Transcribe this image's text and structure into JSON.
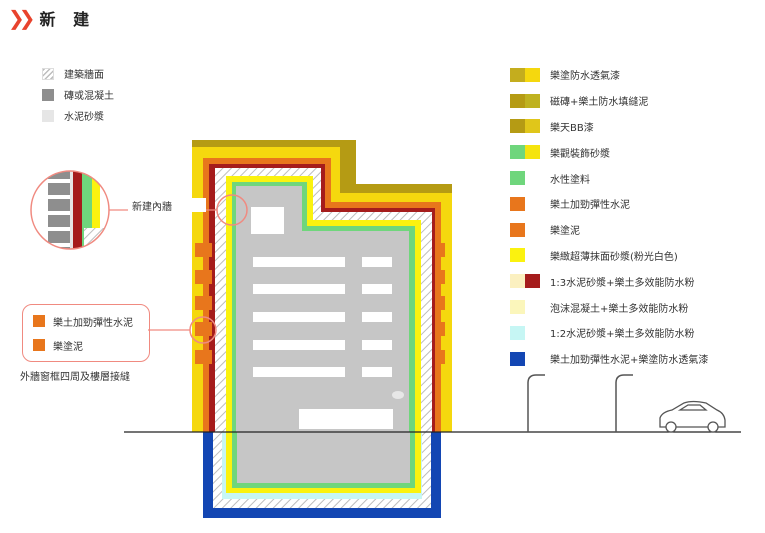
{
  "title": "新 建",
  "materials": [
    {
      "label": "建築牆面",
      "icon": "hatch-swatch-icon"
    },
    {
      "label": "磚或混凝土",
      "icon": "brick-swatch-icon"
    },
    {
      "label": "水泥砂漿",
      "icon": "mortar-swatch-icon"
    }
  ],
  "products": [
    {
      "label": "樂塗防水透氣漆",
      "colors": [
        "#c4ad1e",
        "#f5d80e"
      ]
    },
    {
      "label": "磁磚+樂土防水填縫泥",
      "colors": [
        "#b59b14",
        "#bfb220"
      ]
    },
    {
      "label": "樂天BB漆",
      "colors": [
        "#b59b14",
        "#e0c61a"
      ]
    },
    {
      "label": "樂觀裝飾砂漿",
      "colors": [
        "#6fd67c",
        "#f5e40e"
      ]
    },
    {
      "label": "水性塗料",
      "colors": [
        "#6fd67c"
      ]
    },
    {
      "label": "樂土加勁彈性水泥",
      "colors": [
        "#e8761c"
      ]
    },
    {
      "label": "樂塗泥",
      "colors": [
        "#e8761c"
      ]
    },
    {
      "label": "樂緻超薄抹面砂漿(粉光白色)",
      "colors": [
        "#fbf20f"
      ]
    },
    {
      "label": "1:3水泥砂漿+樂土多效能防水粉",
      "colors": [
        "#fbf0c0",
        "#a51c1c"
      ]
    },
    {
      "label": "泡沫混凝土+樂土多效能防水粉",
      "colors": [
        "#fbf6bb"
      ]
    },
    {
      "label": "1:2水泥砂漿+樂土多效能防水粉",
      "colors": [
        "#c6f6f4"
      ]
    },
    {
      "label": "樂土加勁彈性水泥+樂塗防水透氣漆",
      "colors": [
        "#1346b3"
      ]
    }
  ],
  "callouts": {
    "inner_wall": "新建內牆",
    "detail_items": [
      "樂土加勁彈性水泥",
      "樂塗泥"
    ],
    "detail_caption": "外牆窗框四周及樓層接縫"
  },
  "colors": {
    "accent": "#e8432d",
    "olive": "#b59b14",
    "yellow": "#f5d80e",
    "dark_red": "#a51c1c",
    "orange": "#e8761c",
    "green": "#6fd67c",
    "gray_interior": "#c6c6c6",
    "blue": "#1346b3",
    "cyan": "#c6f6f4"
  }
}
